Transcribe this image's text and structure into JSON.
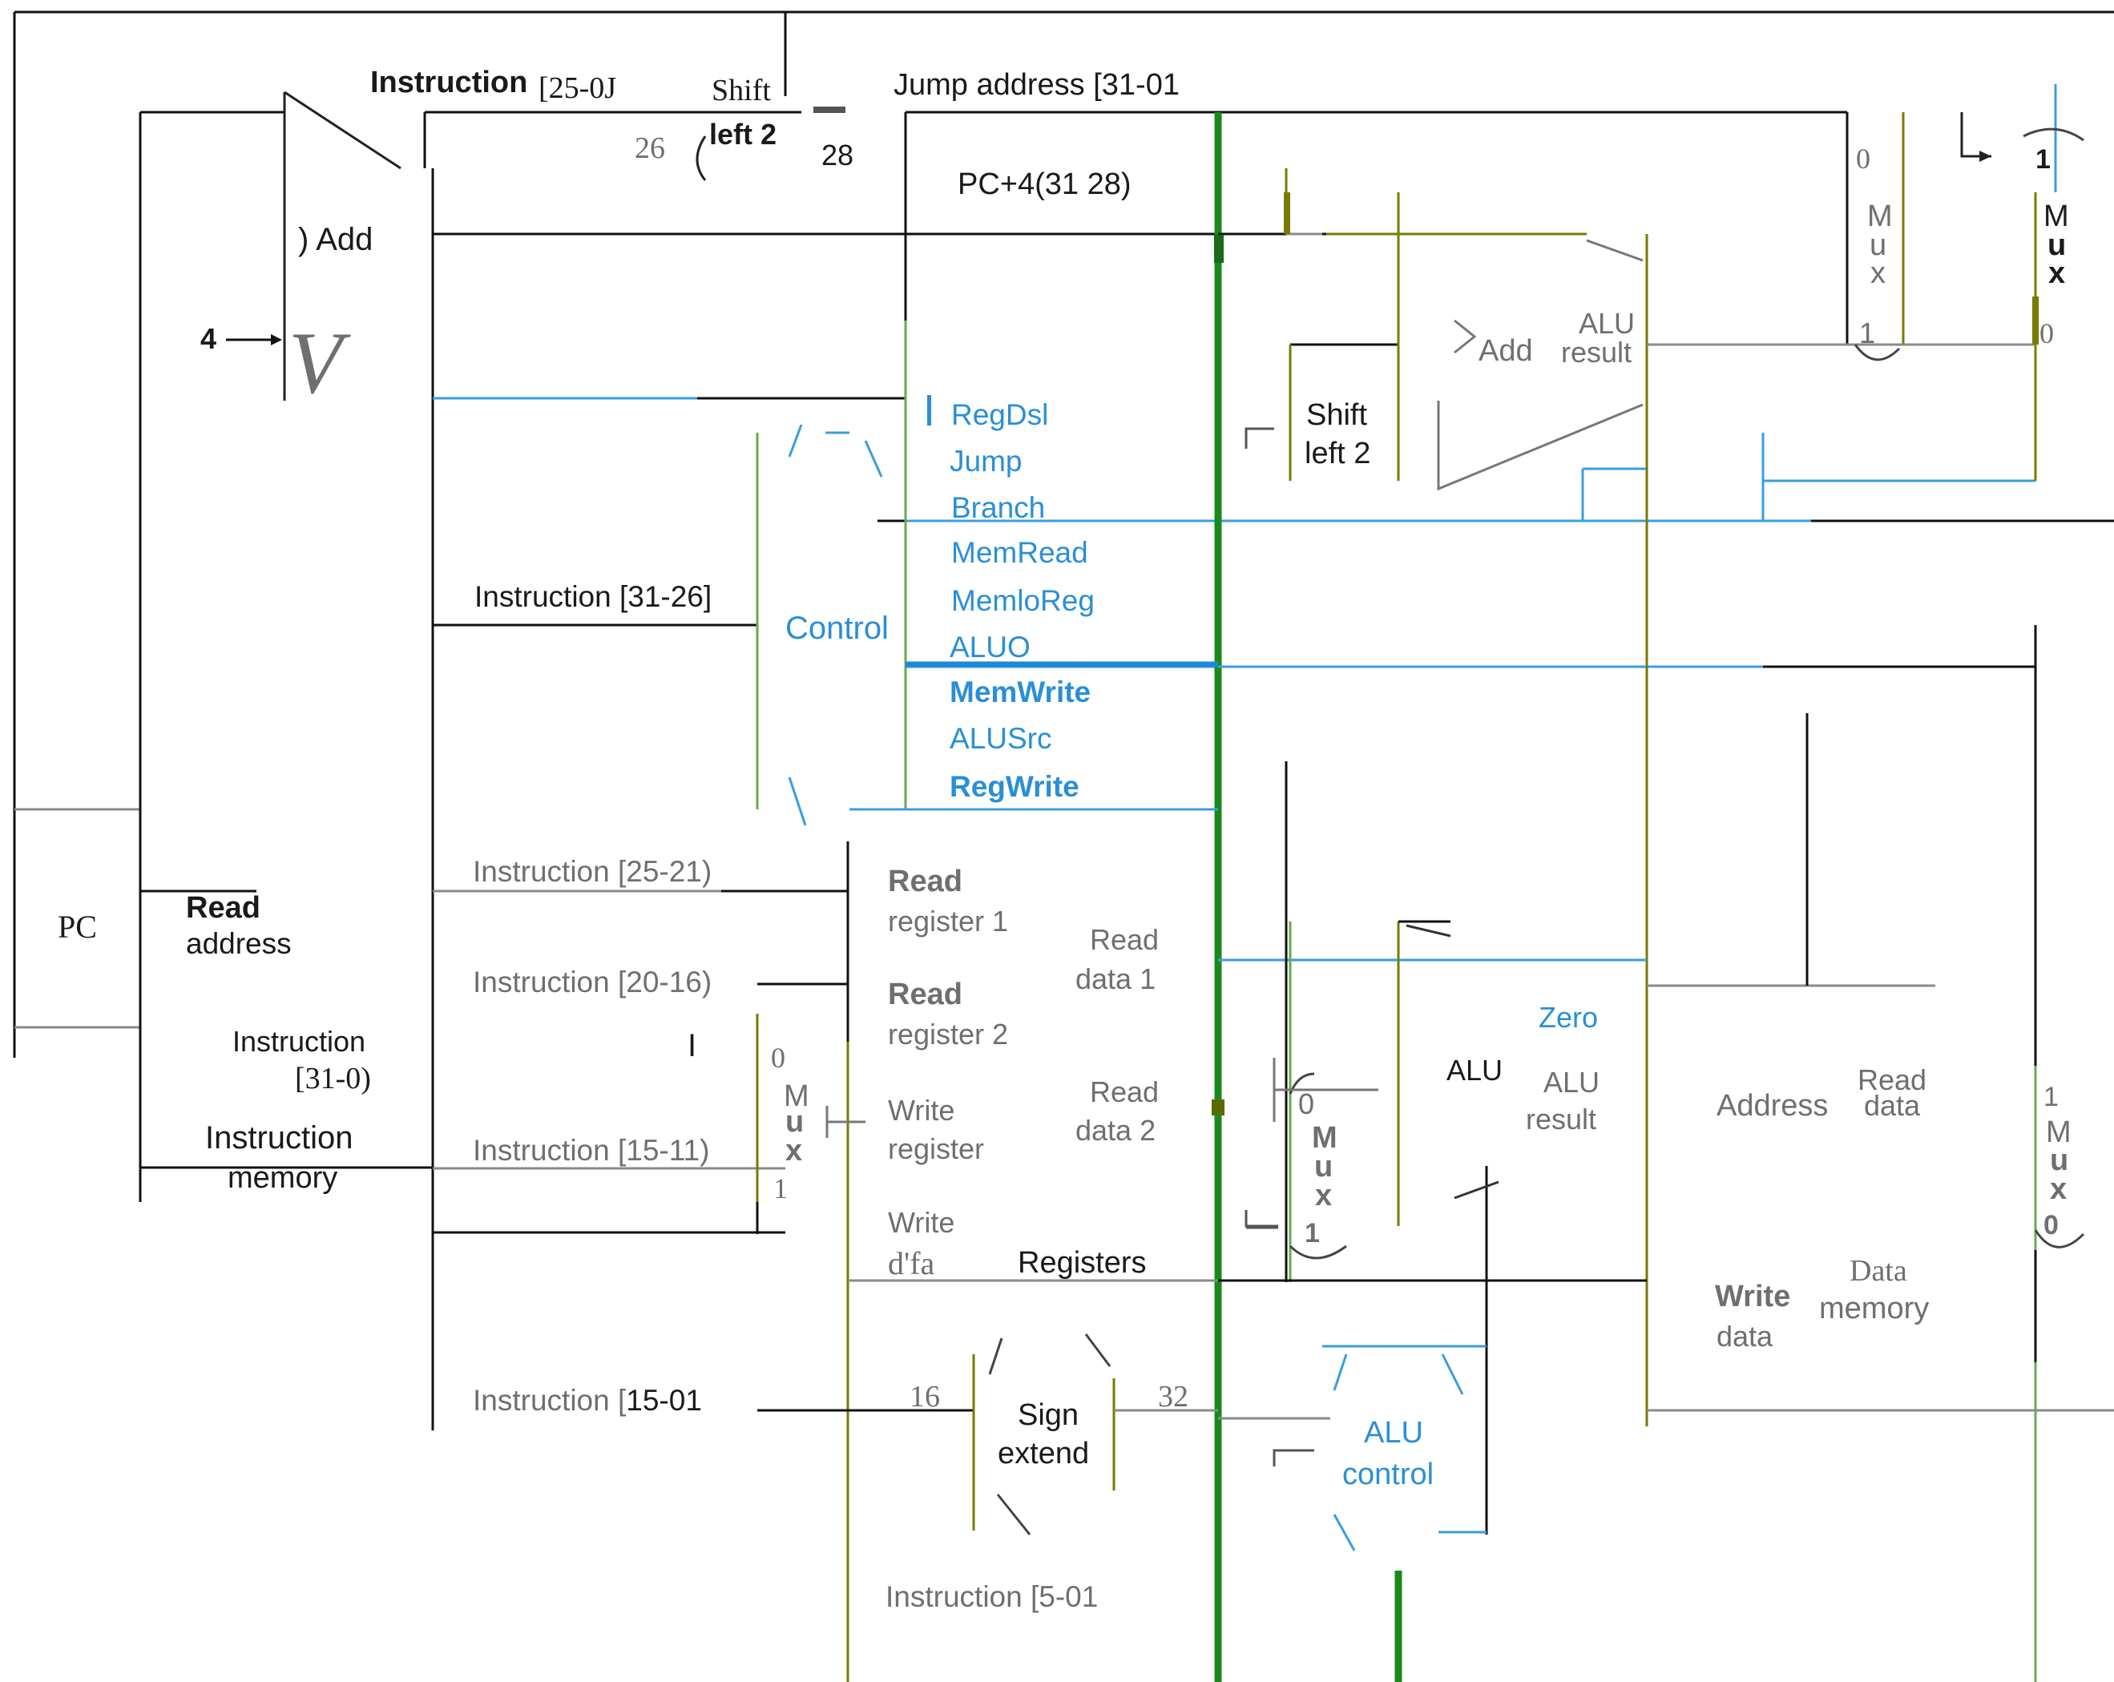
{
  "pc": {
    "label": "PC"
  },
  "top": {
    "instruction": "Instruction",
    "instr_25_0": "[25-0J",
    "shift": "Shift",
    "left2": "left 2",
    "n26": "26",
    "n28": "28",
    "jump_address": "Jump address [31-01",
    "pc4": "PC+4(31 28)",
    "add": ") Add",
    "four": "4",
    "big_v": "V"
  },
  "control": {
    "label": "Control",
    "signals": [
      "RegDsl",
      "Jump",
      "Branch",
      "MemRead",
      "MemloReg",
      "ALUO",
      "MemWrite",
      "ALUSrc",
      "RegWrite"
    ]
  },
  "instruction_fields": {
    "f31_26": "Instruction [31-26]",
    "f25_21": "Instruction [25-21)",
    "f20_16": "Instruction [20-16)",
    "f15_11": "Instruction [15-11)",
    "f15_0": "Instruction [",
    "f15_0b": "15-01",
    "f5_0": "Instruction [5-01"
  },
  "instruction_memory": {
    "read": "Read",
    "address": "address",
    "instruction": "Instruction",
    "bits": "[31-0)",
    "title1": "Instruction",
    "title2": "memory"
  },
  "registers": {
    "read_reg1a": "Read",
    "read_reg1b": "register 1",
    "read_reg2a": "Read",
    "read_reg2b": "register 2",
    "write_rega": "Write",
    "write_regb": "register",
    "write_dataa": "Write",
    "write_datab": "d'fa",
    "read_data1a": "Read",
    "read_data1b": "data 1",
    "read_data2a": "Read",
    "read_data2b": "data 2",
    "title": "Registers"
  },
  "sign_extend": {
    "a": "Sign",
    "b": "extend",
    "n16": "16",
    "n32": "32"
  },
  "shift_left2": {
    "a": "Shift",
    "b": "left 2"
  },
  "add_alu": {
    "add": "Add",
    "alu": "ALU",
    "result": "result"
  },
  "alu": {
    "label": "ALU",
    "zero": "Zero",
    "alu": "ALU",
    "result": "result"
  },
  "alu_control": {
    "a": "ALU",
    "b": "control"
  },
  "data_memory": {
    "address": "Address",
    "read": "Read",
    "data": "data",
    "title1": "Data",
    "title2": "memory",
    "write": "Write",
    "wdata": "data"
  },
  "muxes": {
    "m": "M",
    "u": "u",
    "x": "x",
    "zero": "0",
    "one": "1",
    "mark": "I"
  },
  "colors": {
    "wire": "#111111",
    "gray_wire": "#8a8a8a",
    "control_blue": "#2a8fd6",
    "green_bus": "#1a8a1a",
    "olive": "#7a7a00"
  }
}
